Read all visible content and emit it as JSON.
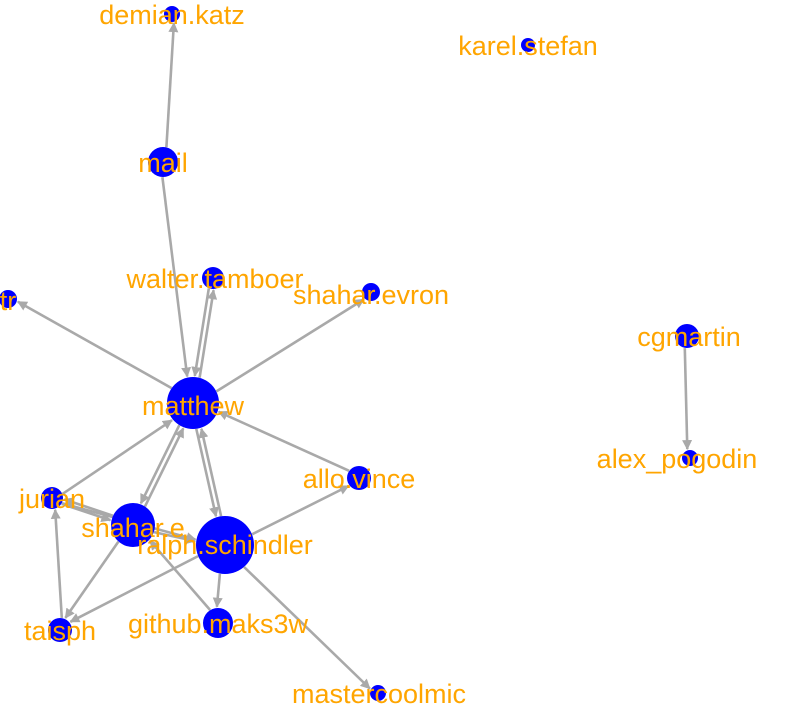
{
  "colors": {
    "node": "#0000ff",
    "label": "#ffa500",
    "edge": "#a9a9a9",
    "background": "#ffffff"
  },
  "nodes": [
    {
      "id": "demian.katz",
      "label": "demian.katz"
    },
    {
      "id": "karel.stefan",
      "label": "karel.stefan"
    },
    {
      "id": "mail",
      "label": "mail"
    },
    {
      "id": "walter.tamboer",
      "label": "walter.tamboer"
    },
    {
      "id": "shahar.evron",
      "label": "shahar.evron"
    },
    {
      "id": "tr",
      "label": "tr"
    },
    {
      "id": "cgmartin",
      "label": "cgmartin"
    },
    {
      "id": "matthew",
      "label": "matthew"
    },
    {
      "id": "alex_pogodin",
      "label": "alex_pogodin"
    },
    {
      "id": "allo.vince",
      "label": "allo.vince"
    },
    {
      "id": "jurian",
      "label": "jurian"
    },
    {
      "id": "shahar.e",
      "label": "shahar.e"
    },
    {
      "id": "ralph.schindler",
      "label": "ralph.schindler"
    },
    {
      "id": "taisph",
      "label": "taisph"
    },
    {
      "id": "github.maks3w",
      "label": "github.maks3w"
    },
    {
      "id": "mastercoolmic",
      "label": "mastercoolmic"
    }
  ],
  "edges": [
    {
      "from": "mail",
      "to": "demian.katz"
    },
    {
      "from": "mail",
      "to": "matthew"
    },
    {
      "from": "matthew",
      "to": "walter.tamboer"
    },
    {
      "from": "walter.tamboer",
      "to": "matthew"
    },
    {
      "from": "matthew",
      "to": "shahar.evron"
    },
    {
      "from": "matthew",
      "to": "tr"
    },
    {
      "from": "cgmartin",
      "to": "alex_pogodin"
    },
    {
      "from": "allo.vince",
      "to": "matthew"
    },
    {
      "from": "jurian",
      "to": "matthew"
    },
    {
      "from": "matthew",
      "to": "shahar.e"
    },
    {
      "from": "shahar.e",
      "to": "matthew"
    },
    {
      "from": "matthew",
      "to": "ralph.schindler"
    },
    {
      "from": "ralph.schindler",
      "to": "matthew"
    },
    {
      "from": "ralph.schindler",
      "to": "allo.vince"
    },
    {
      "from": "ralph.schindler",
      "to": "github.maks3w"
    },
    {
      "from": "ralph.schindler",
      "to": "mastercoolmic"
    },
    {
      "from": "ralph.schindler",
      "to": "taisph"
    },
    {
      "from": "jurian",
      "to": "shahar.e"
    },
    {
      "from": "shahar.e",
      "to": "jurian"
    },
    {
      "from": "jurian",
      "to": "ralph.schindler"
    },
    {
      "from": "taisph",
      "to": "jurian"
    },
    {
      "from": "shahar.e",
      "to": "taisph"
    },
    {
      "from": "shahar.e",
      "to": "ralph.schindler"
    },
    {
      "from": "github.maks3w",
      "to": "shahar.e"
    }
  ]
}
